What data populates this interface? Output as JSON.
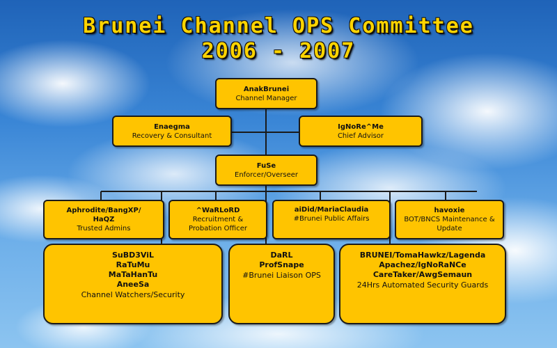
{
  "title": {
    "line1": "Brunei Channel OPS Committee",
    "line2": "2006 - 2007"
  },
  "colors": {
    "box_fill": "#ffc400",
    "box_border": "#1a1a1a",
    "title_text": "#ffd400"
  },
  "nodes": {
    "manager": {
      "names": [
        "AnakBrunei"
      ],
      "role": "Channel Manager"
    },
    "recovery": {
      "names": [
        "Enaegma"
      ],
      "role": "Recovery & Consultant"
    },
    "advisor": {
      "names": [
        "IgNoRe^Me"
      ],
      "role": "Chief Advisor"
    },
    "enforcer": {
      "names": [
        "FuSe"
      ],
      "role": "Enforcer/Overseer"
    },
    "admins": {
      "names": [
        "Aphrodite/BangXP/",
        "HaQZ"
      ],
      "role": "Trusted Admins"
    },
    "recruitment": {
      "names": [
        "^WaRLoRD"
      ],
      "role_lines": [
        "Recruitment &",
        "Probation Officer"
      ]
    },
    "public_affairs": {
      "names": [
        "aiDid/MariaClaudia"
      ],
      "role": "#Brunei Public Affairs"
    },
    "bot": {
      "names": [
        "havoxie"
      ],
      "role_lines": [
        "BOT/BNCS Maintenance &",
        "Update"
      ]
    },
    "watchers": {
      "names": [
        "SuBD3ViL",
        "RaTuMu",
        "MaTaHanTu",
        "AneeSa"
      ],
      "role": "Channel Watchers/Security"
    },
    "liaison": {
      "names": [
        "DaRL",
        "ProfSnape"
      ],
      "role": "#Brunei Liaison OPS"
    },
    "guards": {
      "names": [
        "BRUNEI/TomaHawkz/Lagenda",
        "Apachez/IgNoRaNCe",
        "CareTaker/AwgSemaun"
      ],
      "role": "24Hrs Automated Security Guards"
    }
  }
}
